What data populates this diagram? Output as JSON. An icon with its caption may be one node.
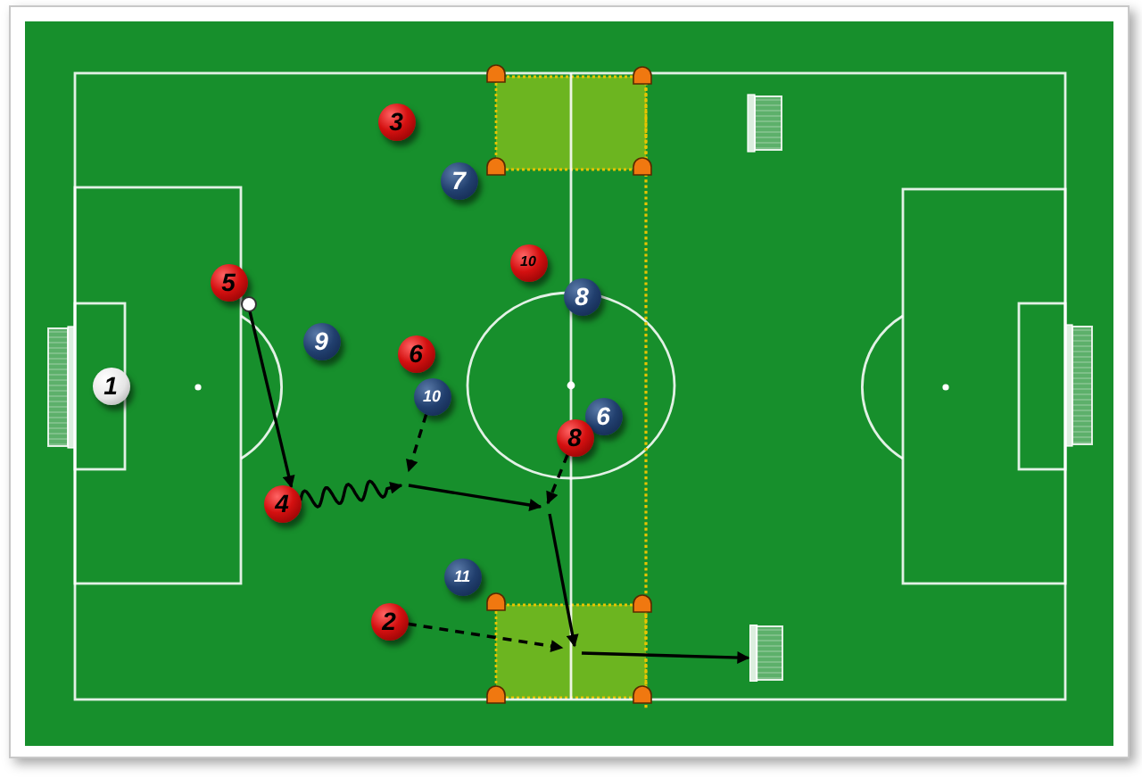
{
  "diagram": {
    "nodes": [
      {
        "text": [
          "3"
        ]
      },
      {
        "text": [
          "7"
        ]
      },
      {
        "text": [
          "10"
        ]
      },
      {
        "text": [
          "5"
        ]
      },
      {
        "text": [
          "8"
        ]
      },
      {
        "text": [],
        "shape": "circle"
      },
      {
        "text": [
          "9"
        ]
      },
      {
        "text": [
          "6"
        ]
      },
      {
        "text": [
          "1"
        ]
      },
      {
        "text": [
          "10"
        ]
      },
      {
        "text": [
          "6"
        ]
      },
      {
        "text": [
          "8"
        ]
      },
      {
        "text": [
          "4"
        ]
      },
      {
        "text": [
          "11"
        ]
      },
      {
        "text": [
          "2"
        ]
      },
      {
        "text": [],
        "shape": "goal"
      }
    ],
    "edges": [
      {
        "from": 5,
        "to": 12,
        "arrow": "to"
      },
      {
        "from": 12,
        "to": null,
        "arrow": "to"
      },
      {
        "from": 9,
        "to": null,
        "arrow": "to",
        "style": "dashed"
      },
      {
        "from": 11,
        "to": null,
        "arrow": "to",
        "style": "dashed"
      },
      {
        "from": 14,
        "to": null,
        "arrow": "to",
        "style": "dashed"
      },
      {
        "from": null,
        "to": 15,
        "arrow": "to"
      }
    ]
  }
}
